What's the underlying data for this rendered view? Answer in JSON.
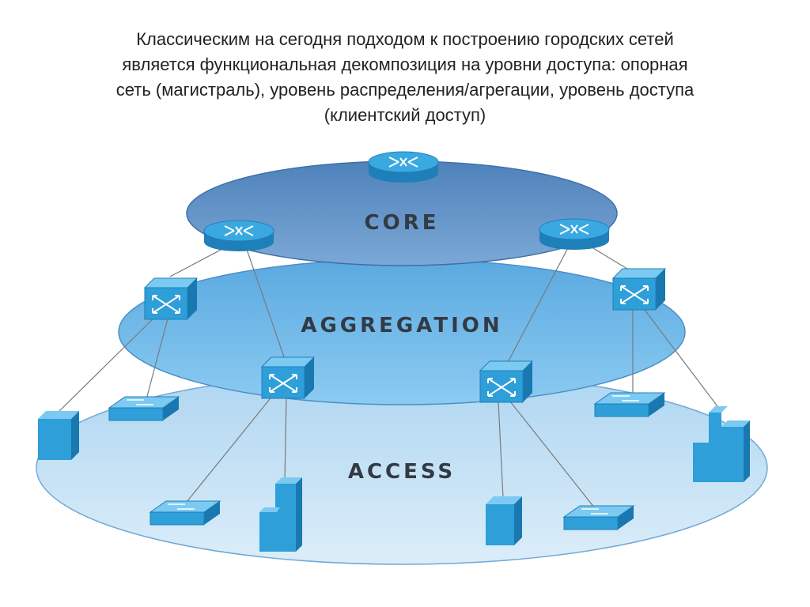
{
  "title": {
    "lines": [
      "Классическим на сегодня подходом к построению городских сетей",
      "является функциональная декомпозиция на уровни доступа: опорная",
      "сеть (магистраль), уровень распределения/агрегации, уровень доступа",
      "(клиентский доступ)"
    ]
  },
  "layers": {
    "core": "CORE",
    "aggregation": "AGGREGATION",
    "access": "ACCESS"
  },
  "colors": {
    "core_disc": "#5d8fc4",
    "aggregation_disc": "#6cb4e6",
    "access_disc": "#c9e3f5",
    "device": "#2e9fd8",
    "link": "#7a7a7a"
  },
  "icons": {
    "router": "router-icon",
    "multilayer_switch": "multilayer-switch-icon",
    "access_switch": "access-switch-icon",
    "building": "building-icon"
  }
}
